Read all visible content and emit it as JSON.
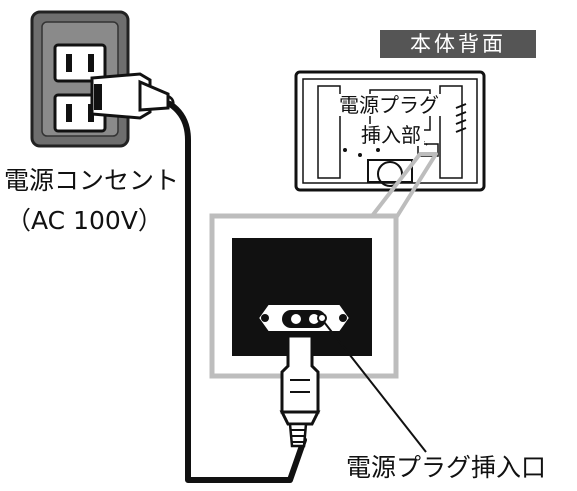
{
  "labels": {
    "outlet": "電源コンセント",
    "voltage": "（AC 100V）",
    "rear_view": "本体背面",
    "plug_location_line1": "電源プラグ",
    "plug_location_line2": "挿入部",
    "plug_inlet": "電源プラグ挿入口"
  },
  "colors": {
    "line": "#1a1a1a",
    "wall_plate": "#6e6e6e",
    "rear_label_bg": "#555555",
    "callout_frame": "#bdbdbd",
    "panel_black": "#111111"
  }
}
